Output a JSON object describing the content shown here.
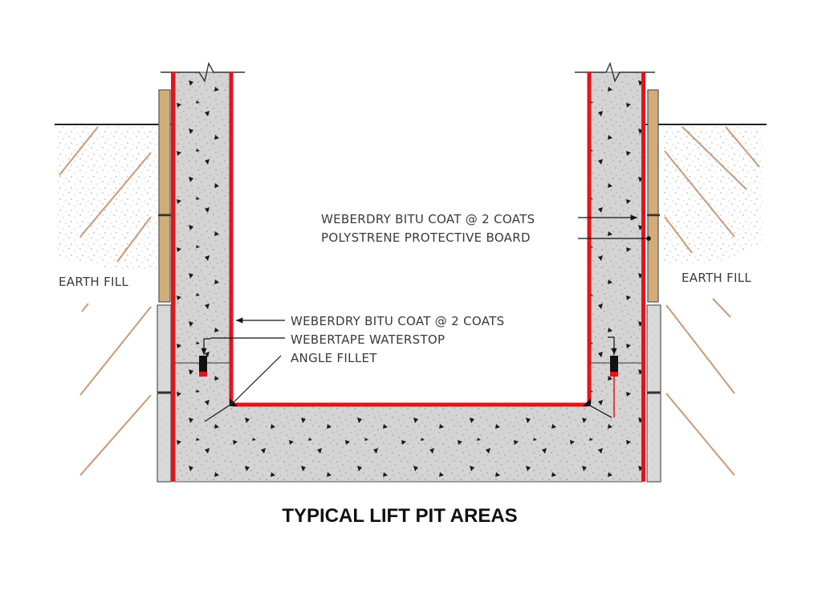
{
  "diagram": {
    "title": "TYPICAL LIFT PIT AREAS",
    "type": "section-detail",
    "colors": {
      "membrane": "#e3141b",
      "concrete": "#d6d6d6",
      "board": "#d2ad7a",
      "block": "#d8d8d8",
      "hatch": "#c89a78",
      "outline": "#444444",
      "text": "#3a3a3a",
      "title": "#111111"
    },
    "labels": {
      "left_earth_fill": "EARTH FILL",
      "right_earth_fill": "EARTH FILL",
      "outer_coat": "WEBERDRY BITU COAT @ 2 COATS",
      "protective_board": "POLYSTRENE PROTECTIVE BOARD",
      "inner_coat": "WEBERDRY BITU COAT @ 2 COATS",
      "waterstop": "WEBERTAPE WATERSTOP",
      "angle_fillet": "ANGLE FILLET"
    },
    "components": [
      {
        "id": "earth-fill-left",
        "label": "EARTH FILL"
      },
      {
        "id": "earth-fill-right",
        "label": "EARTH FILL"
      },
      {
        "id": "concrete-wall-left"
      },
      {
        "id": "concrete-wall-right"
      },
      {
        "id": "concrete-base-slab"
      },
      {
        "id": "external-membrane",
        "label": "WEBERDRY BITU COAT @ 2 COATS"
      },
      {
        "id": "internal-membrane",
        "label": "WEBERDRY BITU COAT @ 2 COATS"
      },
      {
        "id": "protective-board",
        "label": "POLYSTRENE PROTECTIVE BOARD"
      },
      {
        "id": "waterstop",
        "label": "WEBERTAPE WATERSTOP"
      },
      {
        "id": "angle-fillet",
        "label": "ANGLE FILLET"
      }
    ]
  }
}
